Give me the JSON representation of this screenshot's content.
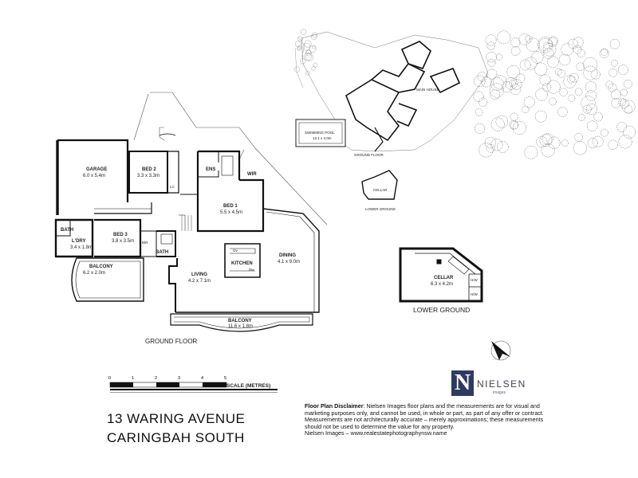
{
  "address": {
    "line1": "13 WARING AVENUE",
    "line2": "CARINGBAH SOUTH"
  },
  "logo": {
    "text": "NIELSEN",
    "sub": "images"
  },
  "disclaimer": {
    "title": "Floor Plan Disclaimer",
    "body": ": Nielsen Images floor plans and the measurements are for visual and marketing purposes only, and cannot be used, in whole or part, as part of any offer or contract. Measurements are not architecturally accurate – merely approximations; these measurements should not be used to determine the value for any property.",
    "footer": "Nielsen Images – www.realestatephotographynsw.name"
  },
  "scale": {
    "label": "SCALE (METRES)",
    "ticks": [
      "0",
      "1",
      "2",
      "3",
      "4",
      "5"
    ]
  },
  "ground_floor": {
    "title": "GROUND FLOOR",
    "rooms": {
      "garage": {
        "name": "GARAGE",
        "dim": "6.0 x 5.4m"
      },
      "bed2": {
        "name": "BED 2",
        "dim": "3.3 x 3.3m"
      },
      "lc": "LC",
      "ens": "ENS",
      "wir": "WIR",
      "bed1": {
        "name": "BED 1",
        "dim": "5.5 x 4.5m"
      },
      "bath1": "BATH",
      "ldry": {
        "name": "L'DRY",
        "dim": "3.4 x 1.8m"
      },
      "bed3": {
        "name": "BED 3",
        "dim": "3.8 x 3.5m"
      },
      "bir": "BIR",
      "bath2": "BATH",
      "balcony1": {
        "name": "BALCONY",
        "dim": "6.2 x 2.0m"
      },
      "kitchen": "KITCHEN",
      "dining": {
        "name": "DINING",
        "dim": "4.1 x 9.0m"
      },
      "living": {
        "name": "LIVING",
        "dim": "4.2 x 7.1m"
      },
      "balcony2": {
        "name": "BALCONY",
        "dim": "11.6 x 1.8m"
      },
      "ov": "Ov",
      "dw": "Dw"
    }
  },
  "site": {
    "pool": "SWIMMING POOL",
    "pool_dim": "13.1 x 4.0m",
    "main_house": "MAIN HOUSE",
    "ground_floor": "GROUND FLOOR",
    "cellar": "CELLAR",
    "lower_ground": "LOWER GROUND"
  },
  "lower_ground": {
    "title": "LOWER GROUND",
    "cellar": {
      "name": "CELLAR",
      "dim": "6.3 x 4.2m"
    },
    "hw1": "H/W",
    "hw2": "H/W"
  }
}
